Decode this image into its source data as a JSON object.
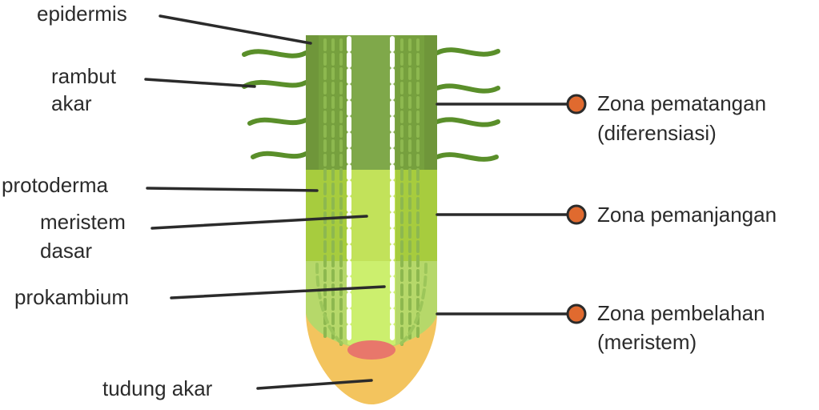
{
  "labels_left": {
    "epidermis": "epidermis",
    "rambut_akar": [
      "rambut",
      "akar"
    ],
    "protoderma": "protoderma",
    "meristem_dasar": [
      "meristem",
      "dasar"
    ],
    "prokambium": "prokambium",
    "tudung_akar": "tudung akar"
  },
  "zones": {
    "pematangan": [
      "Zona pematangan",
      "(diferensiasi)"
    ],
    "pemanjangan": [
      "Zona pemanjangan"
    ],
    "pembelahan": [
      "Zona pembelahan",
      "(meristem)"
    ]
  },
  "colors": {
    "maturation_dark": "#6f963a",
    "maturation_mid": "#7fa84a",
    "elongation": "#a7cc3e",
    "elongation_light": "#c2e25a",
    "division": "#b6d86a",
    "division_light": "#ccef6e",
    "root_cap": "#f3c45e",
    "meristem_tip": "#e8776b",
    "root_hair": "#5a8f2a",
    "zone_marker": "#e06a2f"
  }
}
